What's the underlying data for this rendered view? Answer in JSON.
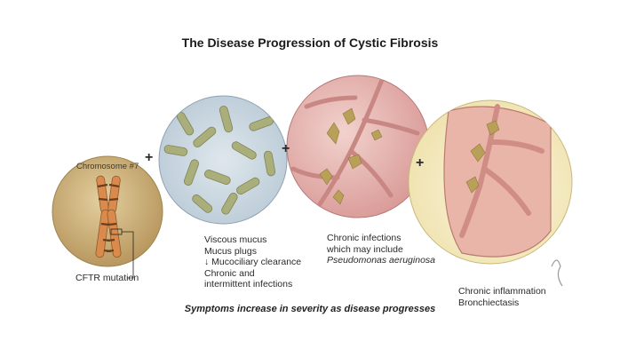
{
  "title": "The Disease Progression of Cystic Fibrosis",
  "stages": [
    {
      "label_lines": [
        "Chromosome #7"
      ]
    },
    {
      "label_lines": [
        "Viscous mucus",
        "Mucus plugs",
        "↓ Mucociliary clearance",
        "Chronic and",
        "intermittent infections"
      ]
    },
    {
      "label_lines": [
        "Chronic infections",
        "which may include"
      ],
      "italic_line": "Pseudomonas aeruginosa"
    },
    {
      "label_lines": [
        "Chronic inflammation",
        "Bronchiectasis"
      ]
    }
  ],
  "mutation_label": "CFTR mutation",
  "plus_sign": "+",
  "footer": "Symptoms increase in severity as disease progresses",
  "colors": {
    "chromosome_bg": "#c9ad7a",
    "bacteria_bg": "#c8d6e0",
    "bacteria": "#a9ae7a",
    "lung_tissue": "#e8b9b6",
    "mucus": "#b8a058",
    "heart_bg": "#f3ebc4"
  }
}
